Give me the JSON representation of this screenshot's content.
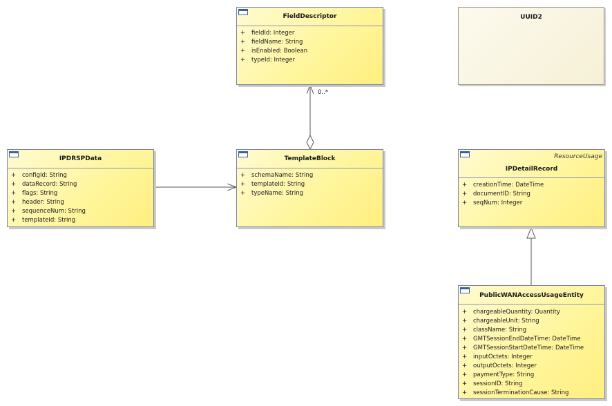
{
  "classes": {
    "fielddescriptor": {
      "name": "FieldDescriptor",
      "attributes": [
        {
          "vis": "+",
          "text": "fieldId: Integer"
        },
        {
          "vis": "+",
          "text": "fieldName: String"
        },
        {
          "vis": "+",
          "text": "isEnabled: Boolean"
        },
        {
          "vis": "+",
          "text": "typeId: Integer"
        }
      ]
    },
    "uuid2": {
      "name": "UUID2"
    },
    "ipdrspdata": {
      "name": "IPDRSPData",
      "attributes": [
        {
          "vis": "+",
          "text": "configId: String"
        },
        {
          "vis": "+",
          "text": "dataRecord: String"
        },
        {
          "vis": "+",
          "text": "flags: String"
        },
        {
          "vis": "+",
          "text": "header: String"
        },
        {
          "vis": "+",
          "text": "sequenceNum: String"
        },
        {
          "vis": "+",
          "text": "templateId: String"
        }
      ]
    },
    "templateblock": {
      "name": "TemplateBlock",
      "attributes": [
        {
          "vis": "+",
          "text": "schemaName: String"
        },
        {
          "vis": "+",
          "text": "templateId: String"
        },
        {
          "vis": "+",
          "text": "typeName: String"
        }
      ]
    },
    "ipdetailrecord": {
      "name": "IPDetailRecord",
      "stereotype": "ResourceUsage",
      "attributes": [
        {
          "vis": "+",
          "text": "creationTime: DateTime"
        },
        {
          "vis": "+",
          "text": "documentID: String"
        },
        {
          "vis": "+",
          "text": "seqNum: Integer"
        }
      ]
    },
    "publicwan": {
      "name": "PublicWANAccessUsageEntity",
      "attributes": [
        {
          "vis": "+",
          "text": "chargeableQuantity: Quantity"
        },
        {
          "vis": "+",
          "text": "chargeableUnit: String"
        },
        {
          "vis": "+",
          "text": "className: String"
        },
        {
          "vis": "+",
          "text": "GMTSessionEndDateTime: DateTime"
        },
        {
          "vis": "+",
          "text": "GMTSessionStartDateTime: DateTime"
        },
        {
          "vis": "+",
          "text": "inputOctets: Integer"
        },
        {
          "vis": "+",
          "text": "outputOctets: Integer"
        },
        {
          "vis": "+",
          "text": "paymentType: String"
        },
        {
          "vis": "+",
          "text": "sessionID: String"
        },
        {
          "vis": "+",
          "text": "sessionTerminationCause: String"
        }
      ]
    }
  },
  "relations": {
    "aggregation_multiplicity": "0..*"
  },
  "colors": {
    "class_fill": "#fff59a",
    "class_border": "#7a84a8",
    "note_fill": "#f6f0d6",
    "line": "#555555"
  }
}
